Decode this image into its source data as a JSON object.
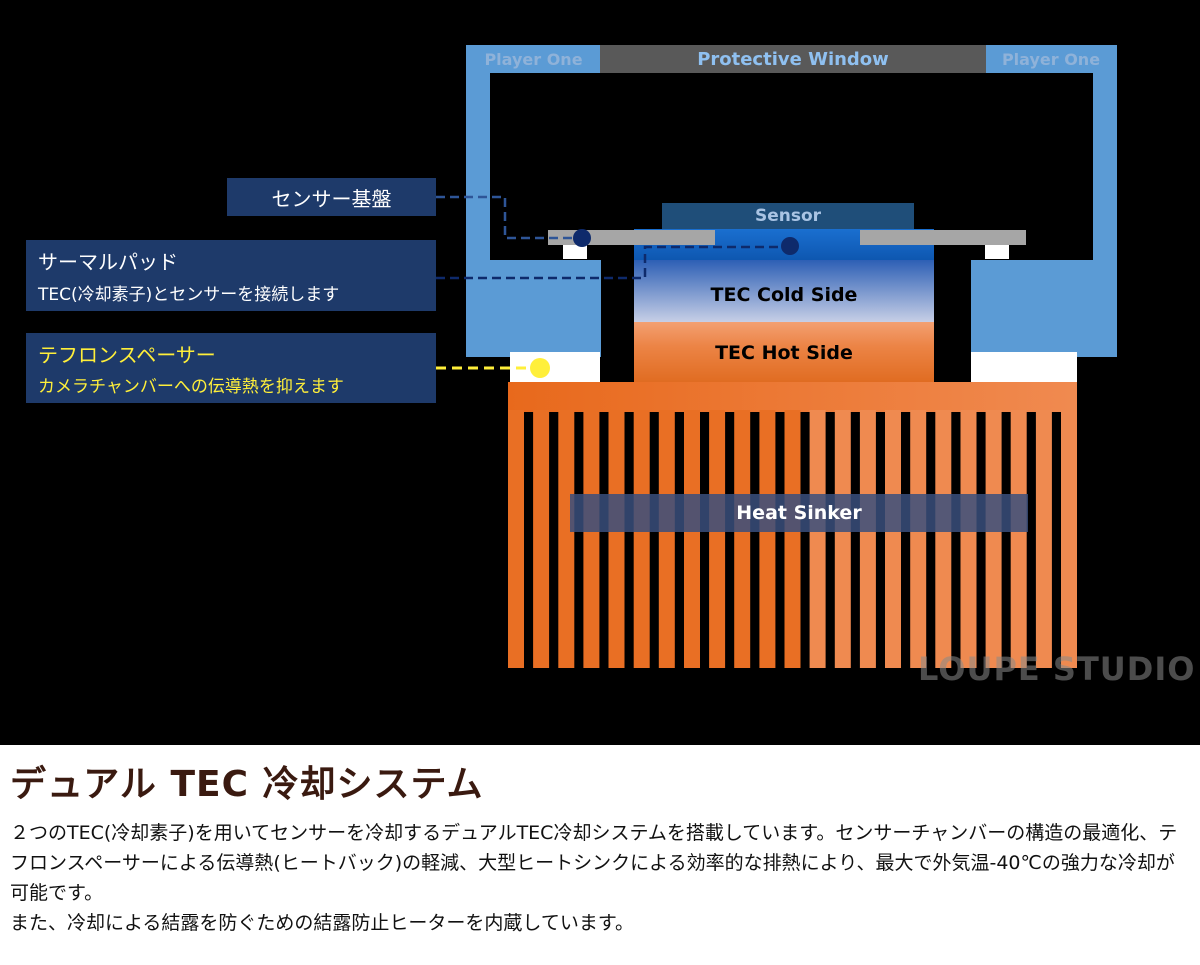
{
  "diagram": {
    "top_labels": {
      "player_left": "Player One",
      "protective_window": "Protective Window",
      "player_right": "Player One"
    },
    "components": {
      "sensor": "Sensor",
      "tec_cold": "TEC Cold Side",
      "tec_hot": "TEC Hot Side",
      "heat_sinker": "Heat Sinker"
    },
    "callouts": {
      "sensor_board": {
        "title": "センサー基盤"
      },
      "thermal_pad": {
        "title": "サーマルパッド",
        "desc": "TEC(冷却素子)とセンサーを接続します"
      },
      "teflon_spacer": {
        "title": "テフロンスペーサー",
        "desc": "カメラチャンバーへの伝導熱を抑えます"
      }
    },
    "watermark": "LOUPE STUDIO",
    "colors": {
      "body_blue": "#5b9bd5",
      "tec_hot": "#e8772a",
      "heat_sink": "#e9752c",
      "callout_bg": "#1e3a6a",
      "teflon_text": "#ffef3a"
    }
  },
  "text": {
    "title": "デュアル TEC 冷却システム",
    "paragraph_lines": [
      "２つのTEC(冷却素子)を用いてセンサーを冷却するデュアルTEC冷却システムを搭載しています。センサーチャンバーの構造の最適化、テフロンスペーサーによる伝導熱(ヒートバック)の軽減、大型ヒートシンクによる効率的な排熱により、最大で外気温-40℃の強力な冷却が可能です。",
      "また、冷却による結露を防ぐための結露防止ヒーターを内蔵しています。"
    ]
  }
}
